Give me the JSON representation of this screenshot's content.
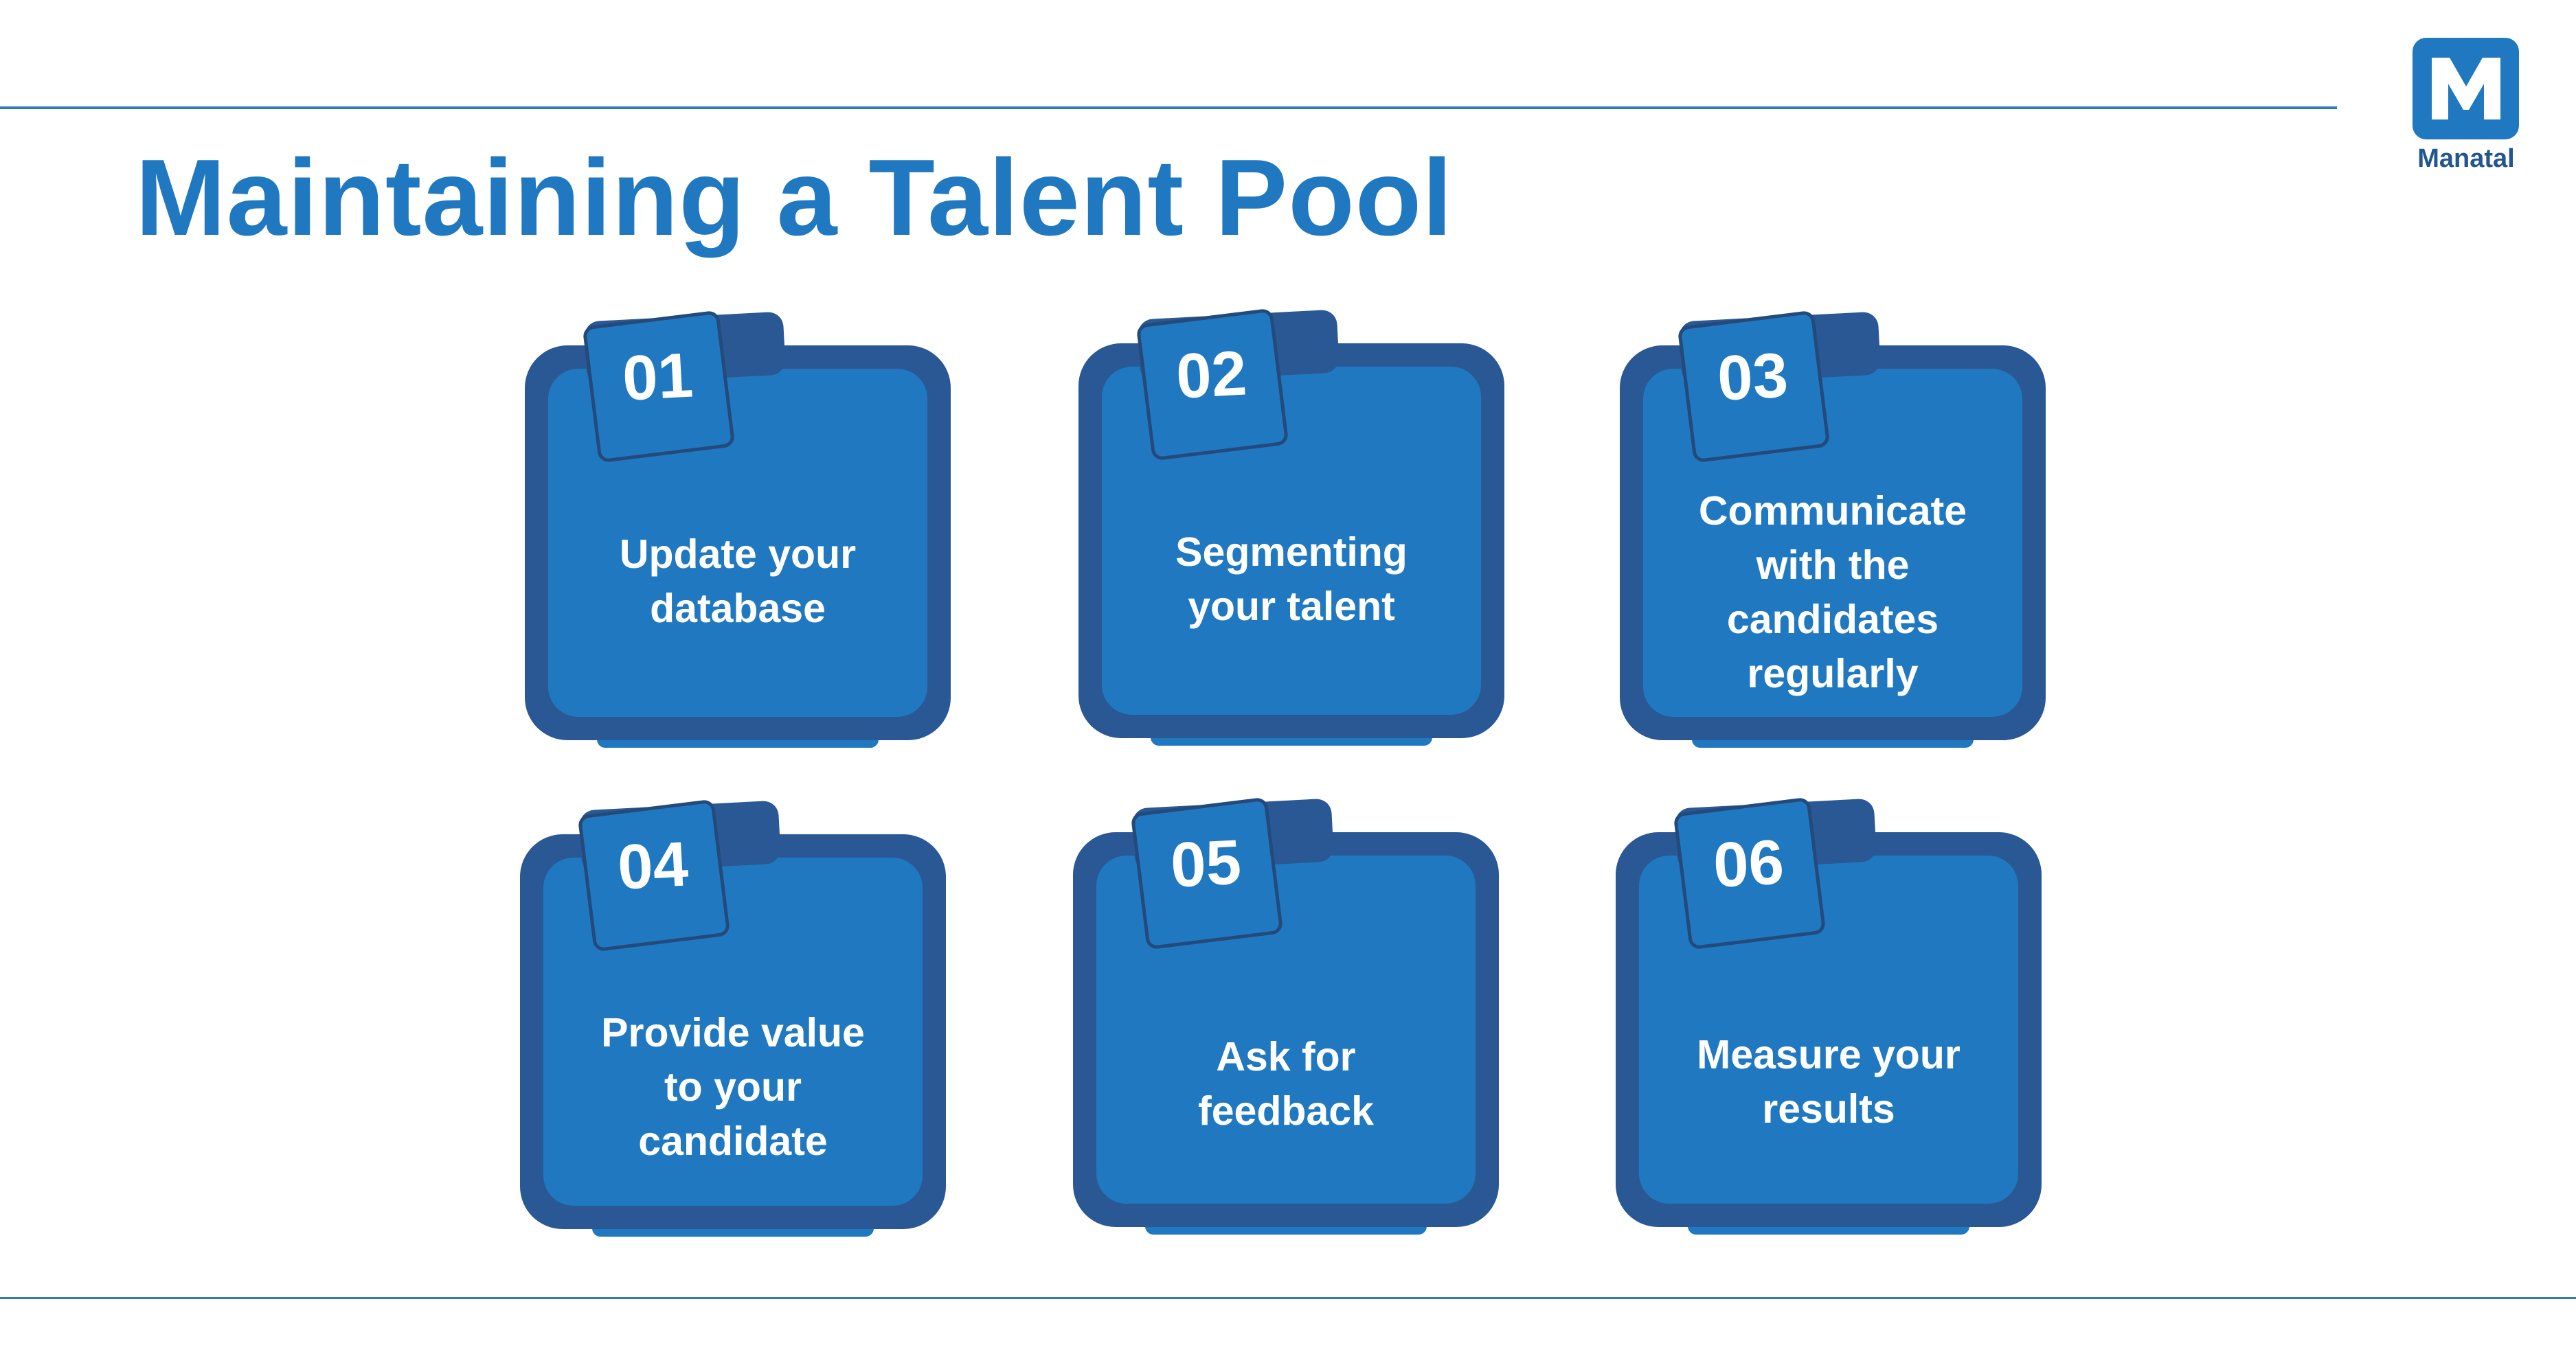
{
  "title": "Maintaining a Talent Pool",
  "brand": {
    "name": "Manatal",
    "logo_letter": "M",
    "color": "#2079c0"
  },
  "colors": {
    "primary": "#2079c0",
    "frame": "#2a5894",
    "text": "#ffffff",
    "rule": "#2e7bc0"
  },
  "steps": [
    {
      "number": "01",
      "text": "Update your\ndatabase"
    },
    {
      "number": "02",
      "text": "Segmenting\nyour talent"
    },
    {
      "number": "03",
      "text": "Communicate\nwith the\ncandidates\nregularly"
    },
    {
      "number": "04",
      "text": "Provide value\nto your\ncandidate"
    },
    {
      "number": "05",
      "text": "Ask for\nfeedback"
    },
    {
      "number": "06",
      "text": "Measure your\nresults"
    }
  ]
}
